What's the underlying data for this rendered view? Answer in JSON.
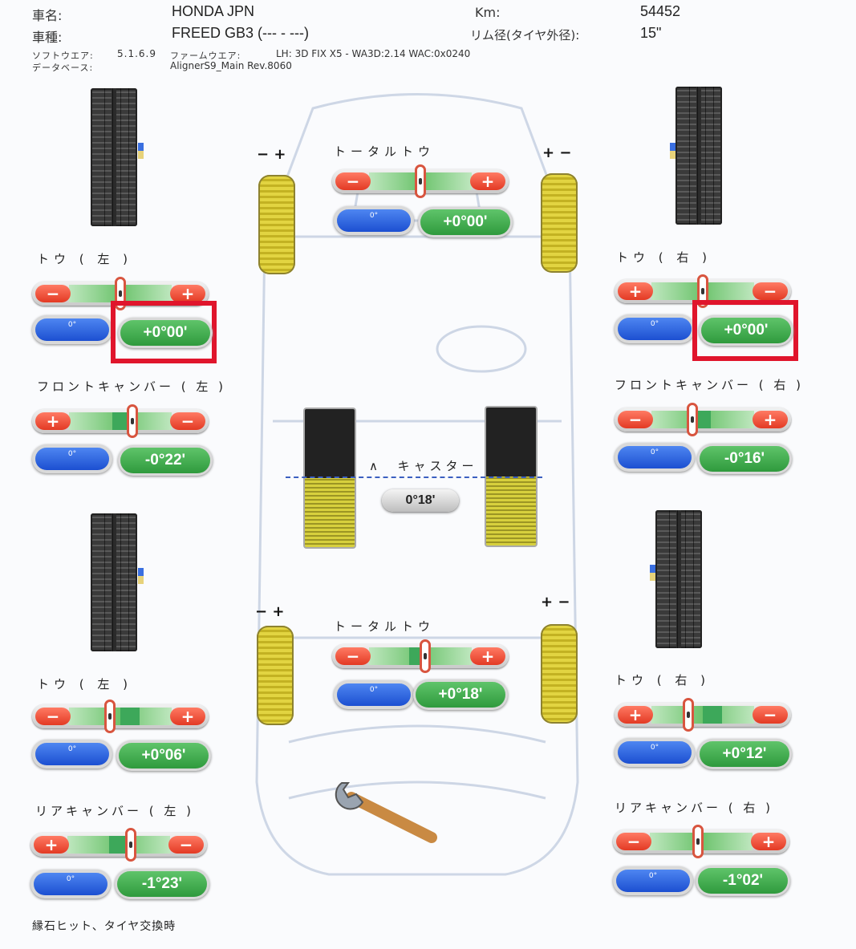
{
  "header": {
    "vehicle_name_label": "車名:",
    "vehicle_name": "HONDA JPN",
    "model_label": "車種:",
    "model": "FREED GB3 (--- - ---)",
    "km_label": "Km:",
    "km": "54452",
    "rim_label": "リム径(タイヤ外径):",
    "rim": "15\"",
    "software_label": "ソフトウエア:",
    "software": "5.1.6.9",
    "firmware_label": "ファームウエア:",
    "firmware": "LH: 3D FIX X5 - WA3D:2.14 WAC:0x0240",
    "database_label": "データベース:",
    "database": "AlignerS9_Main Rev.8060"
  },
  "front": {
    "toe_left": {
      "label": "トウ ( 左 )",
      "unit": "0°",
      "value": "+0°00'",
      "minus": "−",
      "plus": "+",
      "pointer": 0.5
    },
    "toe_right": {
      "label": "トウ ( 右 )",
      "unit": "0°",
      "value": "+0°00'",
      "minus": "−",
      "plus": "+",
      "pointer": 0.5
    },
    "camber_left": {
      "label": "フロントキャンバー ( 左 )",
      "unit": "0°",
      "value": "-0°22'",
      "pointer": 0.62
    },
    "camber_right": {
      "label": "フロントキャンバー ( 右 )",
      "unit": "0°",
      "value": "-0°16'",
      "pointer": 0.4
    },
    "total_toe": {
      "label": "トータルトウ",
      "unit": "0°",
      "value": "+0°00'",
      "pointer": 0.5
    }
  },
  "caster": {
    "label": "キャスター",
    "value": "0°18'"
  },
  "rear": {
    "toe_left": {
      "label": "トウ ( 左 )",
      "unit": "0°",
      "value": "+0°06'",
      "pointer": 0.4
    },
    "toe_right": {
      "label": "トウ ( 右 )",
      "unit": "0°",
      "value": "+0°12'",
      "pointer": 0.36
    },
    "camber_left": {
      "label": "リアキャンバー ( 左 )",
      "unit": "0°",
      "value": "-1°23'",
      "pointer": 0.62
    },
    "camber_right": {
      "label": "リアキャンバー ( 右 )",
      "unit": "0°",
      "value": "-1°02'",
      "pointer": 0.47
    },
    "total_toe": {
      "label": "トータルトウ",
      "unit": "0°",
      "value": "+0°18'",
      "pointer": 0.55
    }
  },
  "footer_note": "縁石ヒット、タイヤ交換時",
  "colors": {
    "highlight": "#e0152c",
    "value_green": "#3aa548",
    "minus_red": "#e33a24",
    "unit_blue": "#1c4fd1"
  }
}
